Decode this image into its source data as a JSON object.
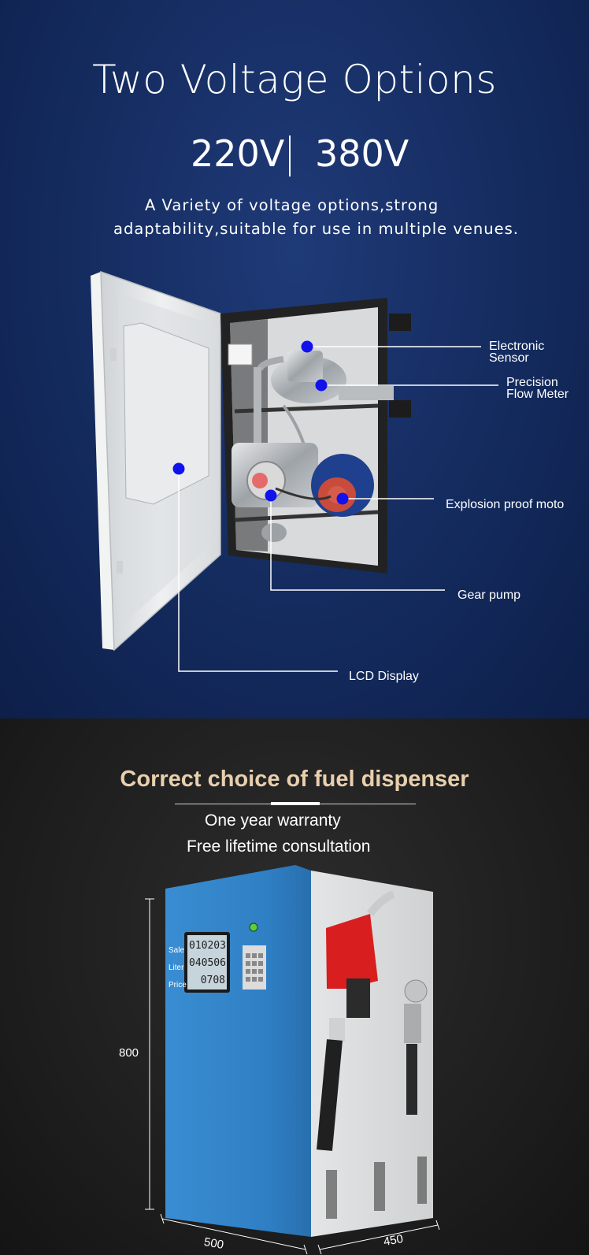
{
  "hero": {
    "title": "Two Voltage Options",
    "voltage_a": "220V",
    "voltage_b": "380V",
    "desc_line1": "A Variety of voltage options,strong",
    "desc_line2": "adaptability,suitable for use in multiple venues."
  },
  "callouts": {
    "sensor_1": "Electronic",
    "sensor_2": "Sensor",
    "meter_1": "Precision",
    "meter_2": "Flow Meter",
    "motor": "Explosion proof moto",
    "pump": "Gear pump",
    "lcd": "LCD Display"
  },
  "section2": {
    "title": "Correct choice of fuel dispenser",
    "line1": "One year warranty",
    "line2": "Free lifetime consultation"
  },
  "dimensions": {
    "height": "800",
    "width": "500",
    "depth": "450"
  },
  "lcd": {
    "label_sale": "Sale",
    "label_liter": "Liter",
    "label_price": "Price",
    "value_sale": "010203",
    "value_liter": "040506",
    "value_price": "0708"
  },
  "colors": {
    "dot": "#1111ee",
    "cabinet_blue": "#2f7fc4",
    "nozzle_red": "#d81e1e",
    "title_gold": "#e8cfae"
  }
}
